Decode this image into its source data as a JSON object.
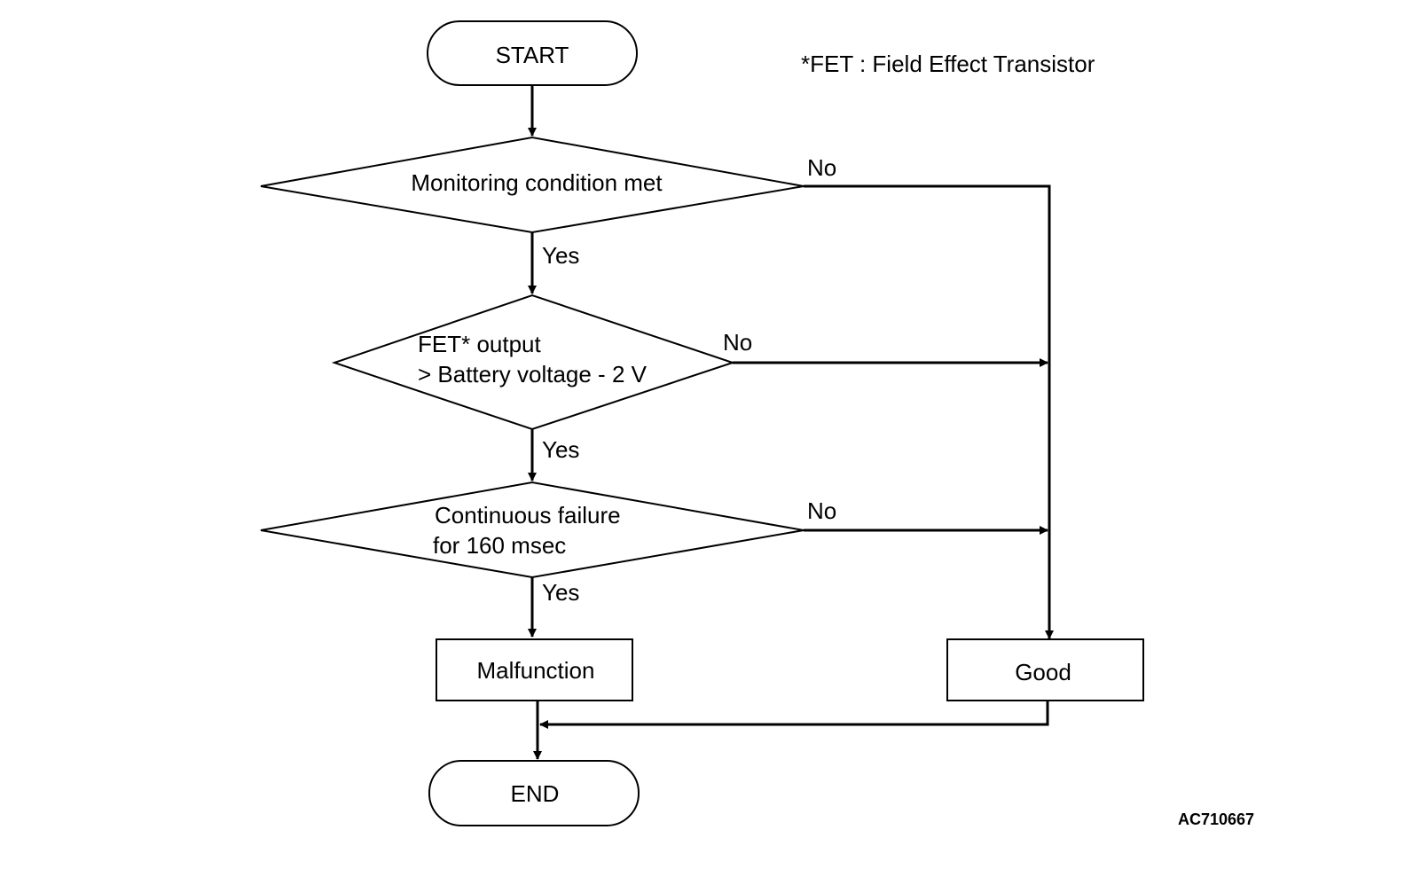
{
  "note": "*FET : Field Effect Transistor",
  "figure_code": "AC710667",
  "nodes": {
    "start": "START",
    "decision_1": "Monitoring condition met",
    "decision_2": [
      "FET* output",
      "> Battery voltage - 2 V"
    ],
    "decision_3": [
      "Continuous failure",
      "for 160 msec"
    ],
    "malfunction": "Malfunction",
    "good": "Good",
    "end": "END"
  },
  "edges": {
    "yes_1": "Yes",
    "yes_2": "Yes",
    "yes_3": "Yes",
    "no_1": "No",
    "no_2": "No",
    "no_3": "No"
  }
}
